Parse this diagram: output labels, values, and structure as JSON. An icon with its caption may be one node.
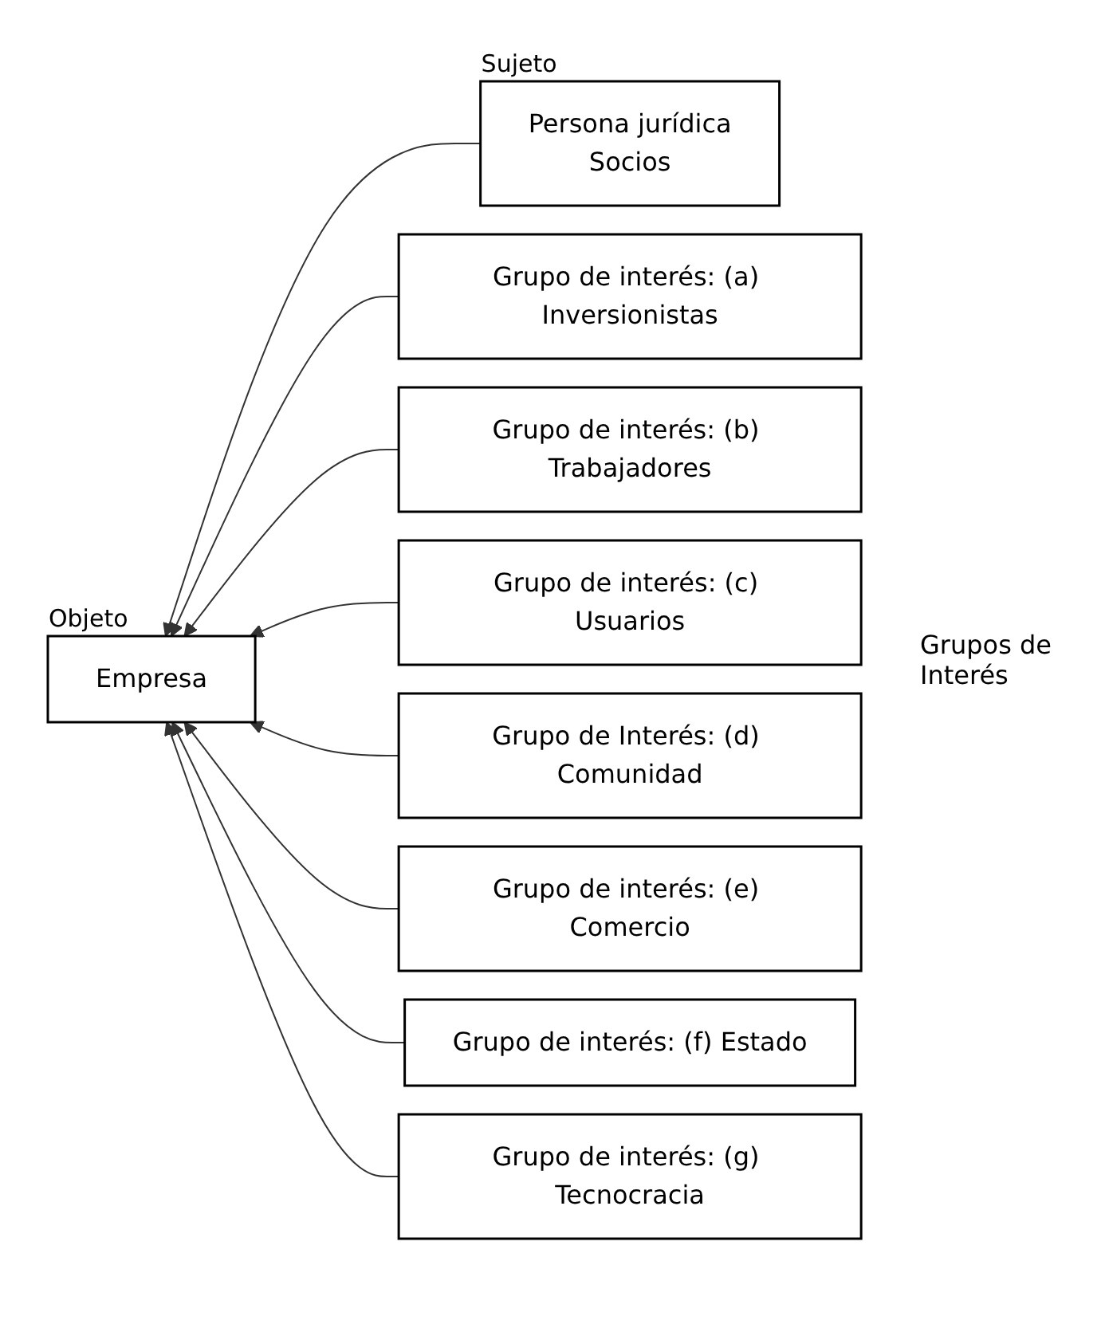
{
  "diagram": {
    "nodes": [
      {
        "text": [
          "Persona jurídica",
          "Socios"
        ],
        "beside": [
          "Sujeto"
        ]
      },
      {
        "text": [
          "Empresa"
        ],
        "beside": [
          "Objeto"
        ]
      },
      {
        "text": [
          "Grupo de interés: (a) Inversionistas"
        ]
      },
      {
        "text": [
          "Grupo de interés: (b) Trabajadores"
        ]
      },
      {
        "text": [
          "Grupo de interés: (c) Usuarios"
        ]
      },
      {
        "text": [
          "Grupo de Interés: (d) Comunidad"
        ]
      },
      {
        "text": [
          "Grupo de interés: (e) Comercio"
        ]
      },
      {
        "text": [
          "Grupo de interés: (f) Estado"
        ]
      },
      {
        "text": [
          "Grupo de interés: (g) Tecnocracia"
        ]
      }
    ],
    "edges": [
      {
        "from": 0,
        "to": 1,
        "arrow": "to"
      },
      {
        "from": 2,
        "to": 1,
        "arrow": "to"
      },
      {
        "from": 3,
        "to": 1,
        "arrow": "to"
      },
      {
        "from": 4,
        "to": 1,
        "arrow": "to"
      },
      {
        "from": 5,
        "to": 1,
        "arrow": "to"
      },
      {
        "from": 6,
        "to": 1,
        "arrow": "to"
      },
      {
        "from": 7,
        "to": 1,
        "arrow": "to"
      },
      {
        "from": 8,
        "to": 1,
        "arrow": "to"
      }
    ],
    "labels": [
      "Grupos de Interés"
    ]
  }
}
